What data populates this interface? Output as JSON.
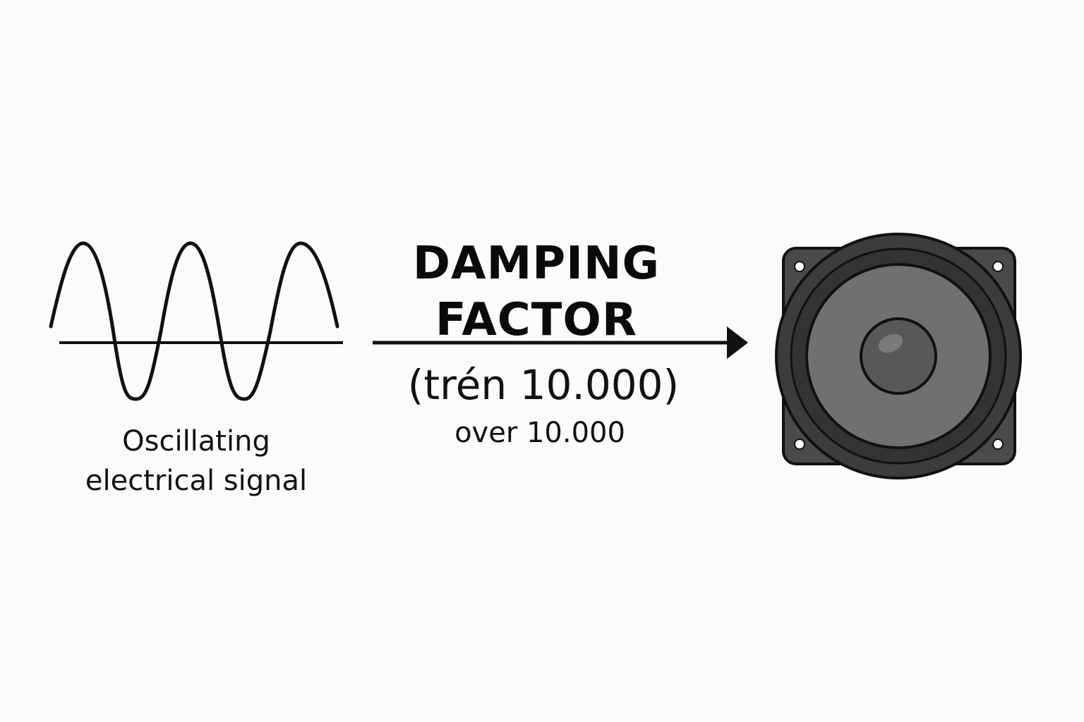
{
  "signal": {
    "label_line1": "Oscillating",
    "label_line2": "electrical signal"
  },
  "arrow": {
    "title_line1": "DAMPING",
    "title_line2": "FACTOR",
    "value": "(trén 10.000)",
    "note": "over 10.000"
  },
  "speaker": {
    "icon": "speaker-icon"
  },
  "colors": {
    "background": "#fbfbfb",
    "ink": "#111111",
    "speaker_frame": "#4a4a4a",
    "speaker_cone": "#6e6e6e",
    "speaker_surround": "#3a3a3a",
    "speaker_dustcap": "#5a5a5a"
  }
}
